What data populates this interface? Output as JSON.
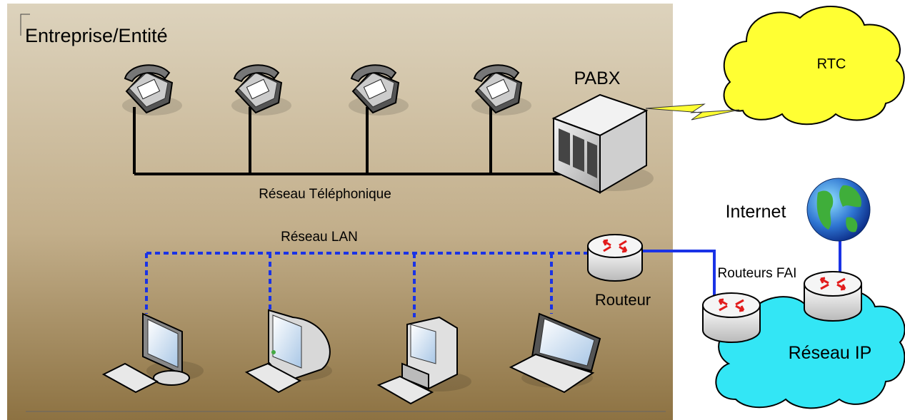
{
  "enterprise": {
    "title": "Entreprise/Entité"
  },
  "telephony": {
    "pabx_label": "PABX",
    "network_label": "Réseau Téléphonique",
    "phone_count": 4
  },
  "rtc": {
    "label": "RTC",
    "color": "#ffff33"
  },
  "lan": {
    "label": "Réseau LAN",
    "link_color": "#1a33e6",
    "router_label": "Routeur",
    "workstations": [
      "desktop-lcd",
      "imac",
      "tower-pc",
      "laptop"
    ]
  },
  "isp": {
    "internet_label": "Internet",
    "routers_label": "Routeurs FAI",
    "ip_network_label": "Réseau IP",
    "cloud_color": "#33e6f5"
  }
}
